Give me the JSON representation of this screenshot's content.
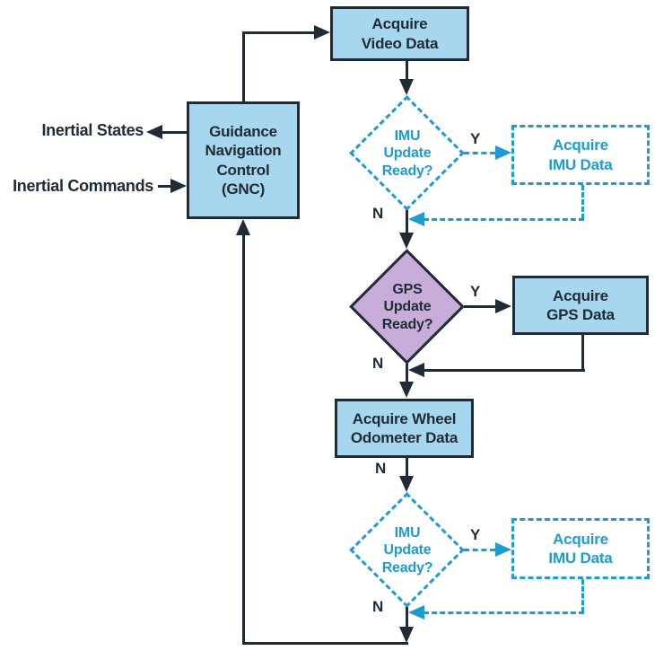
{
  "io": {
    "inertial_states": "Inertial States",
    "inertial_commands": "Inertial Commands"
  },
  "branch": {
    "yes": "Y",
    "no": "N"
  },
  "nodes": {
    "acquire_video": [
      "Acquire",
      "Video Data"
    ],
    "gnc": [
      "Guidance",
      "Navigation",
      "Control",
      "(GNC)"
    ],
    "imu_ready_top": [
      "IMU",
      "Update",
      "Ready?"
    ],
    "acquire_imu_top": [
      "Acquire",
      "IMU Data"
    ],
    "gps_ready": [
      "GPS",
      "Update",
      "Ready?"
    ],
    "acquire_gps": [
      "Acquire",
      "GPS Data"
    ],
    "acquire_wheel_odometer": [
      "Acquire Wheel",
      "Odometer Data"
    ],
    "imu_ready_bottom": [
      "IMU",
      "Update",
      "Ready?"
    ],
    "acquire_imu_bottom": [
      "Acquire",
      "IMU Data"
    ]
  },
  "colors": {
    "process_box_fill": "#a6d7ee",
    "decision_diamond_fill": "#c8add9",
    "accent_cyan": "#1d9bd3",
    "line_dark": "#212b36",
    "background": "#ffffff"
  }
}
